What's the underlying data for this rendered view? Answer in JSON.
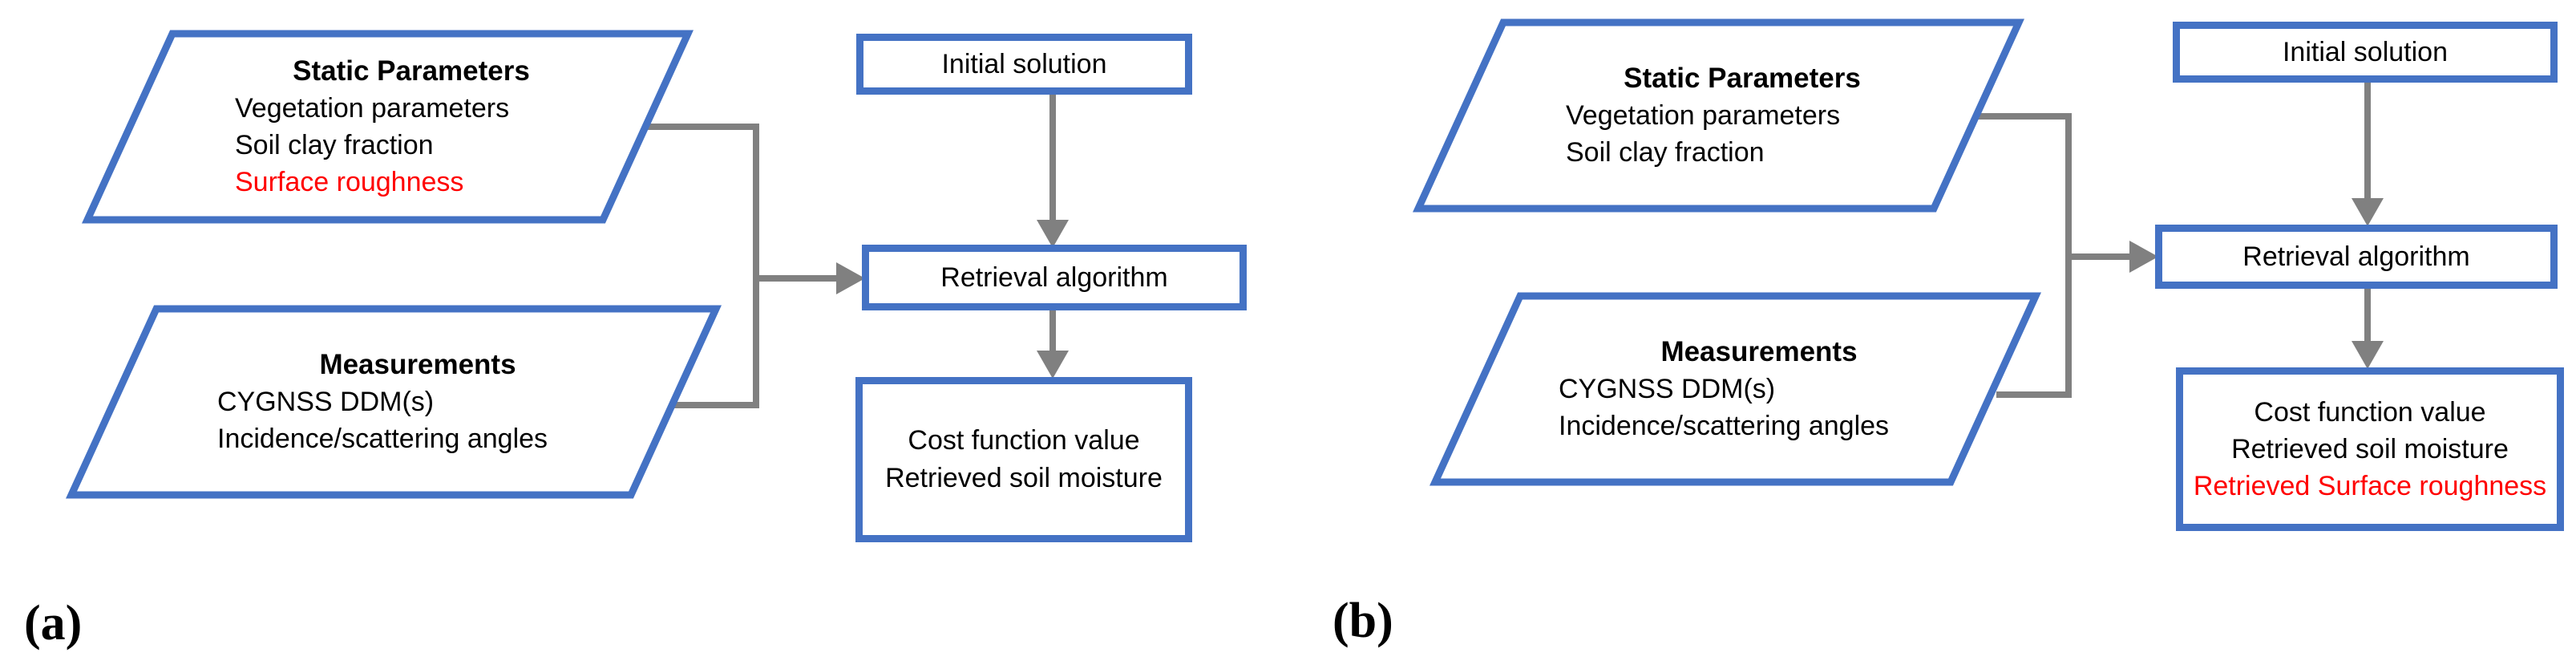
{
  "colors": {
    "shape_border": "#4472C4",
    "connector": "#808080",
    "highlight": "#FF0000",
    "text": "#000000",
    "background": "#FFFFFF"
  },
  "panels": [
    {
      "label": "(a)",
      "static_parameters": {
        "title": "Static Parameters",
        "items": [
          "Vegetation parameters",
          "Soil clay fraction",
          "Surface roughness"
        ]
      },
      "measurements": {
        "title": "Measurements",
        "items": [
          "CYGNSS DDM(s)",
          "Incidence/scattering angles"
        ]
      },
      "initial_solution": "Initial solution",
      "retrieval_algorithm": "Retrieval algorithm",
      "outputs": [
        "Cost function value",
        "Retrieved soil moisture"
      ]
    },
    {
      "label": "(b)",
      "static_parameters": {
        "title": "Static Parameters",
        "items": [
          "Vegetation parameters",
          "Soil clay fraction"
        ]
      },
      "measurements": {
        "title": "Measurements",
        "items": [
          "CYGNSS DDM(s)",
          "Incidence/scattering angles"
        ]
      },
      "initial_solution": "Initial solution",
      "retrieval_algorithm": "Retrieval algorithm",
      "outputs": [
        "Cost function value",
        "Retrieved soil moisture",
        "Retrieved Surface roughness"
      ]
    }
  ]
}
